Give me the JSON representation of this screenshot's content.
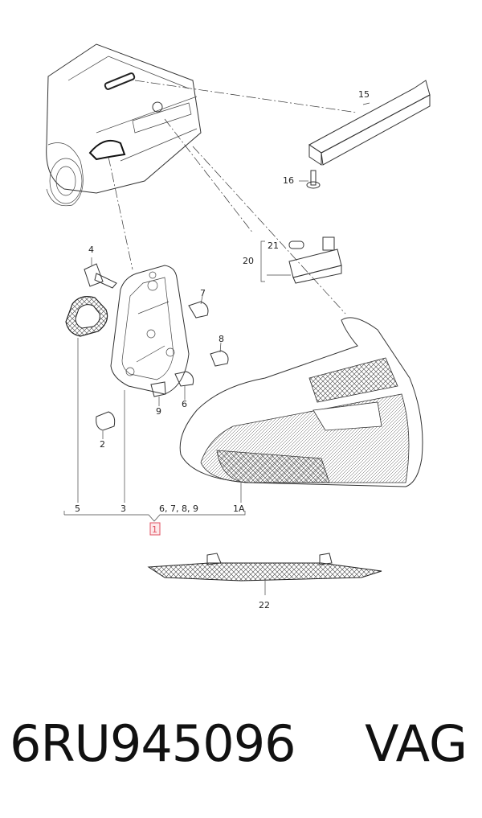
{
  "labels": {
    "l15": "15",
    "l16": "16",
    "l20": "20",
    "l21": "21",
    "l4": "4",
    "l7": "7",
    "l8": "8",
    "l6": "6",
    "l9": "9",
    "l2": "2",
    "l5": "5",
    "l3": "3",
    "l6789": "6, 7, 8, 9",
    "l1A": "1A",
    "l1": "1",
    "l22": "22"
  },
  "footer": {
    "part_number": "6RU945096",
    "brand": "VAG"
  },
  "colors": {
    "line": "#333333",
    "highlight_box": "#e05060"
  }
}
